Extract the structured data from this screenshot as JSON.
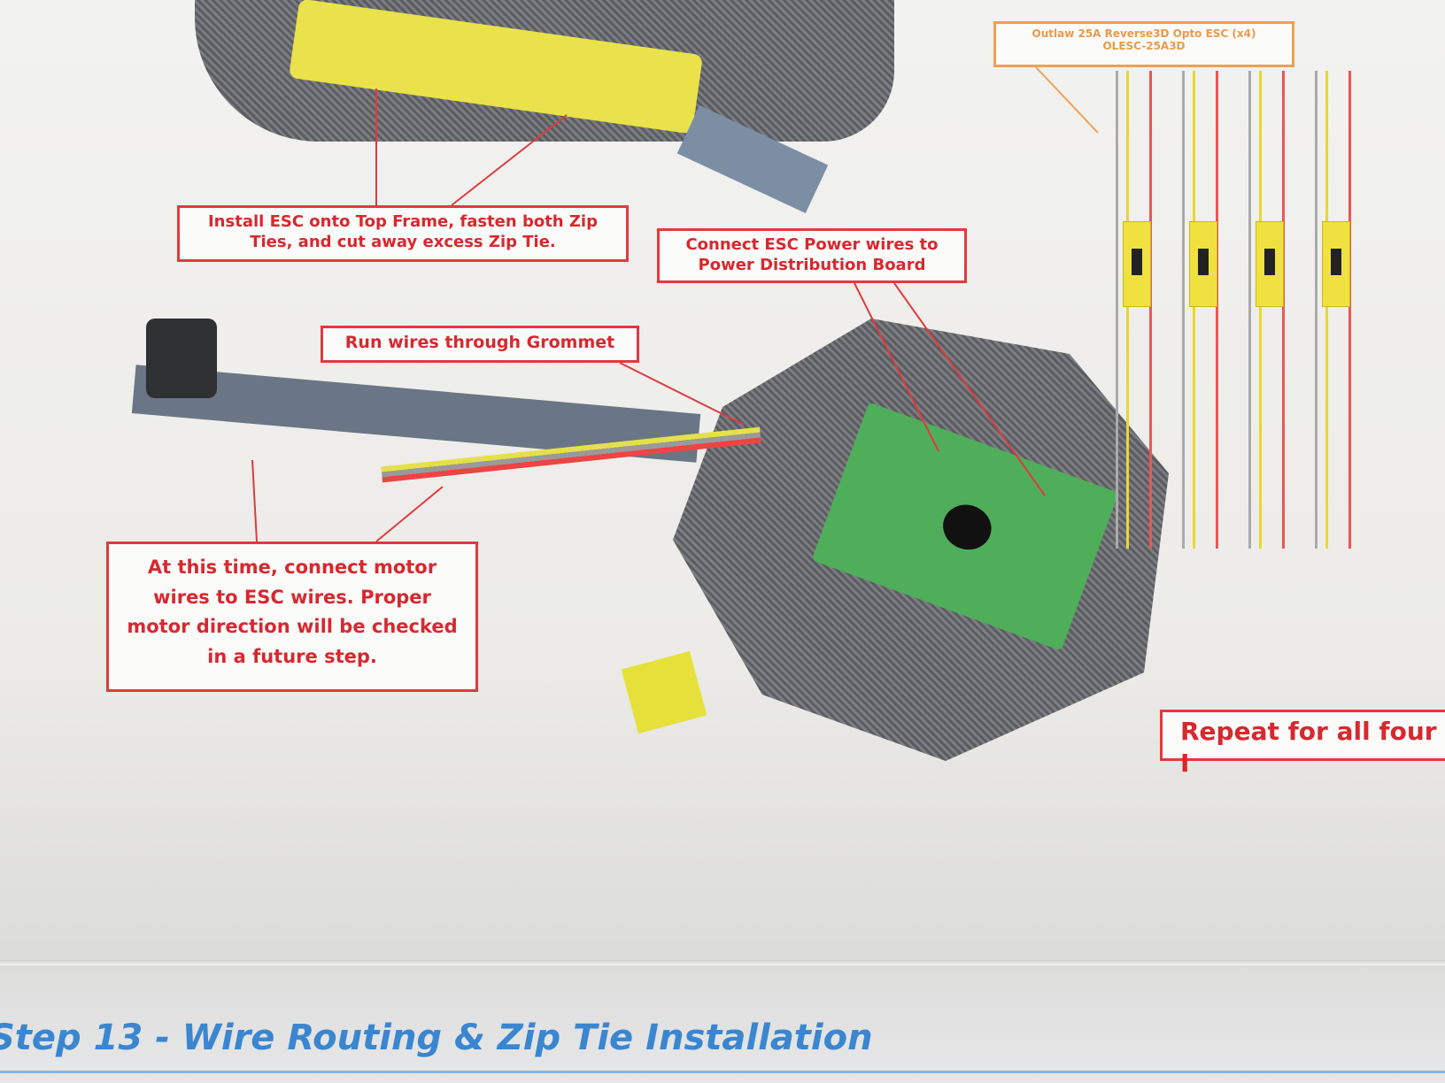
{
  "callouts": {
    "esc_install": "Install ESC onto Top Frame, fasten both Zip Ties, and cut away excess Zip Tie.",
    "esc_power": "Connect ESC Power wires to Power Distribution Board",
    "grommet": "Run wires through Grommet",
    "motor_wires": "At this time, connect motor wires to ESC wires. Proper motor direction will be checked in a future step.",
    "repeat": "Repeat for all four I",
    "esc_part_line1": "Outlaw 25A Reverse3D Opto ESC (x4)",
    "esc_part_line2": "OLESC-25A3D"
  },
  "page": {
    "step_title": "Step 13 - Wire Routing & Zip Tie Installation"
  },
  "colors": {
    "callout_red": "#e03a3e",
    "title_blue": "#3a86d0",
    "esc_yellow": "#f0e040"
  }
}
